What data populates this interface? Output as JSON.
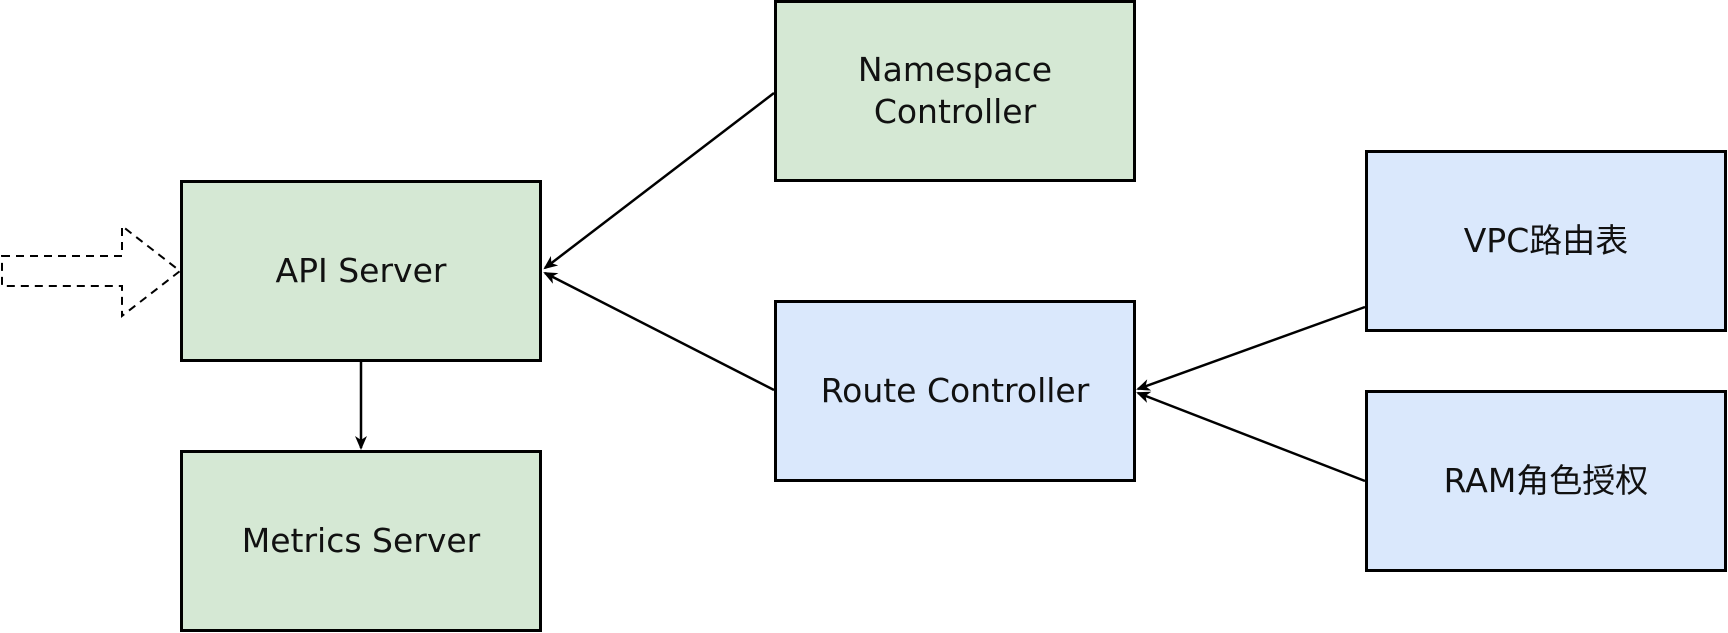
{
  "colors": {
    "green_fill": "#d5e8d4",
    "blue_fill": "#dae8fc",
    "stroke": "#000000"
  },
  "nodes": {
    "namespace_controller": {
      "label": "Namespace\nController",
      "fill": "green"
    },
    "api_server": {
      "label": "API Server",
      "fill": "green"
    },
    "metrics_server": {
      "label": "Metrics Server",
      "fill": "green"
    },
    "route_controller": {
      "label": "Route Controller",
      "fill": "blue"
    },
    "vpc_route_table": {
      "label": "VPC路由表",
      "fill": "blue"
    },
    "ram_role_authorization": {
      "label": "RAM角色授权",
      "fill": "blue"
    }
  },
  "edges": [
    {
      "from": "namespace_controller",
      "to": "api_server"
    },
    {
      "from": "route_controller",
      "to": "api_server"
    },
    {
      "from": "api_server",
      "to": "metrics_server"
    },
    {
      "from": "vpc_route_table",
      "to": "route_controller"
    },
    {
      "from": "ram_role_authorization",
      "to": "route_controller"
    }
  ],
  "external_input": {
    "to": "api_server",
    "style": "dashed-block-arrow"
  }
}
